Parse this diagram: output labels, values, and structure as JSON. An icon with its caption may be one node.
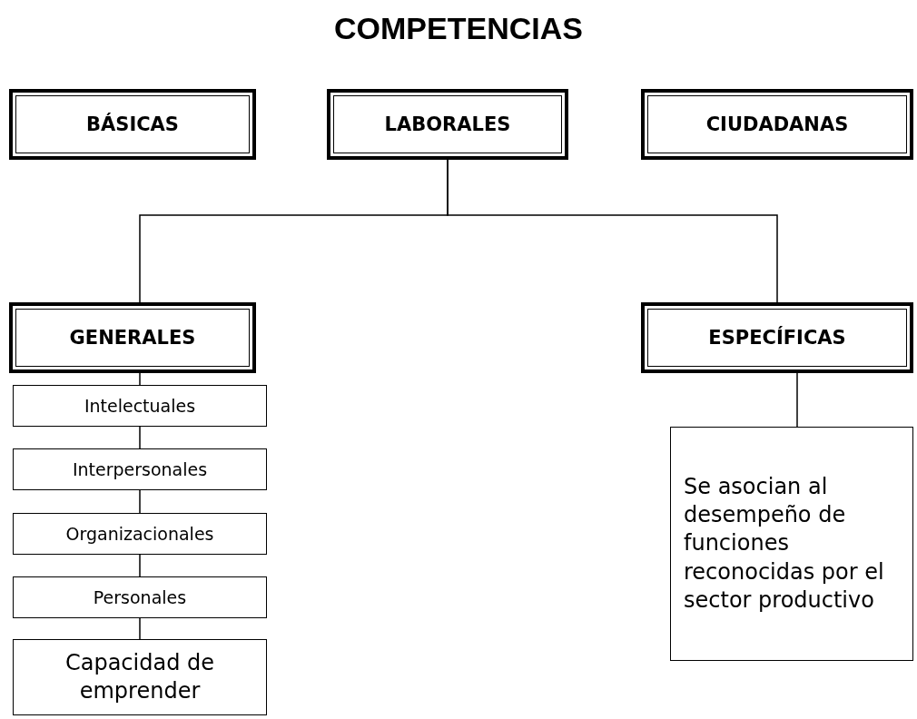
{
  "diagram": {
    "title": "COMPETENCIAS",
    "nodes": [
      {
        "text": [
          "BÁSICAS"
        ]
      },
      {
        "text": [
          "LABORALES"
        ]
      },
      {
        "text": [
          "CIUDADANAS"
        ]
      },
      {
        "text": [
          "GENERALES"
        ]
      },
      {
        "text": [
          "ESPECÍFICAS"
        ]
      },
      {
        "text": [
          "Intelectuales"
        ]
      },
      {
        "text": [
          "Interpersonales"
        ]
      },
      {
        "text": [
          "Organizacionales"
        ]
      },
      {
        "text": [
          "Personales"
        ]
      },
      {
        "text": [
          "Capacidad de emprender"
        ]
      },
      {
        "text": [
          "Se asocian al desempeño de funciones reconocidas por el sector productivo"
        ]
      }
    ],
    "edges": [
      {
        "from": 1,
        "to": 3,
        "arrow": "none"
      },
      {
        "from": 1,
        "to": 4,
        "arrow": "none"
      },
      {
        "from": 3,
        "to": 5,
        "arrow": "none"
      },
      {
        "from": 5,
        "to": 6,
        "arrow": "none"
      },
      {
        "from": 6,
        "to": 7,
        "arrow": "none"
      },
      {
        "from": 7,
        "to": 8,
        "arrow": "none"
      },
      {
        "from": 8,
        "to": 9,
        "arrow": "none"
      },
      {
        "from": 4,
        "to": 10,
        "arrow": "none"
      }
    ]
  }
}
